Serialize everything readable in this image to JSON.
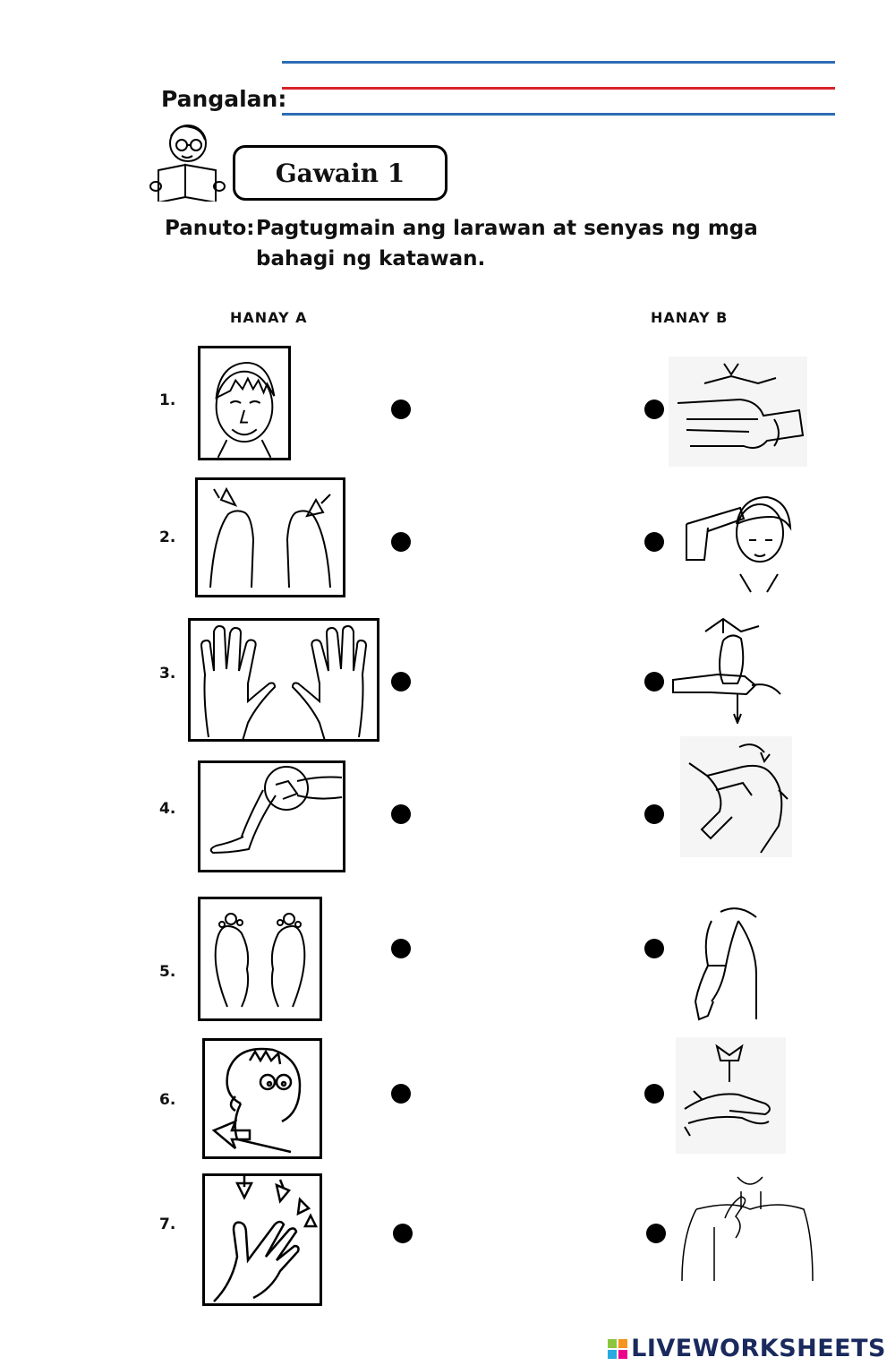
{
  "header": {
    "name_label": "Pangalan:",
    "activity_title": "Gawain 1",
    "instruction_label": "Panuto:",
    "instruction_line1": "Pagtugmain ang larawan at senyas ng mga",
    "instruction_line2": "bahagi ng katawan."
  },
  "columns": {
    "left": "HANAY A",
    "right": "HANAY B"
  },
  "items": [
    {
      "number": "1.",
      "left_image": "face-icon",
      "right_image": "sign-hands-crossed-icon"
    },
    {
      "number": "2.",
      "left_image": "shoulders-icon",
      "right_image": "sign-touch-head-icon"
    },
    {
      "number": "3.",
      "left_image": "hands-icon",
      "right_image": "sign-fingers-wrist-icon"
    },
    {
      "number": "4.",
      "left_image": "knee-icon",
      "right_image": "sign-shoulder-tap-icon"
    },
    {
      "number": "5.",
      "left_image": "feet-icon",
      "right_image": "sign-arm-down-icon"
    },
    {
      "number": "6.",
      "left_image": "neck-icon",
      "right_image": "sign-hand-rub-icon"
    },
    {
      "number": "7.",
      "left_image": "fingers-icon",
      "right_image": "sign-touch-chin-icon"
    }
  ],
  "colors": {
    "rule_blue": "#2d6db5",
    "rule_red": "#d9232a"
  },
  "footer": {
    "brand": "LIVEWORKSHEETS"
  }
}
